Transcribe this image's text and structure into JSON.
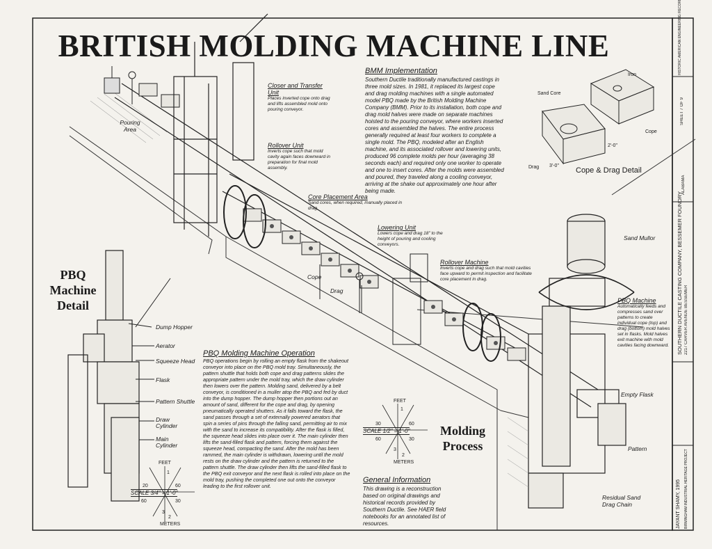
{
  "title": "BRITISH MOLDING MACHINE LINE",
  "pbq_detail_label": "PBQ Machine Detail",
  "molding_process_label": "Molding Process",
  "cope_drag_detail_label": "Cope & Drag Detail",
  "sections": {
    "bmm": {
      "heading": "BMM Implementation",
      "body": "Southern Ductile traditionally manufactured castings in three mold sizes. In 1981, it replaced its largest cope and drag molding machines with a single automated model PBQ made by the British Molding Machine Company (BMM). Prior to its installation, both cope and drag mold halves were made on separate machines hoisted to the pouring conveyor, where workers inserted cores and assembled the halves. The entire process generally required at least four workers to complete a single mold. The PBQ, modeled after an English machine, and its associated rollover and lowering units, produced 96 complete molds per hour (averaging 38 seconds each) and required only one worker to operate and one to insert cores. After the molds were assembled and poured, they traveled along a cooling conveyor, arriving at the shake out approximately one hour after being made."
    },
    "pbq_operation": {
      "heading": "PBQ Molding Machine Operation",
      "body": "PBQ operations begin by rolling an empty flask from the shakeout conveyor into place on the PBQ mold tray. Simultaneously, the pattern shuttle that holds both cope and drag patterns slides the appropriate pattern under the mold tray, which the draw cylinder then lowers over the pattern. Molding sand, delivered by a belt conveyor, is conditioned in a muller atop the PBQ and fed by duct into the dump hopper. The dump hopper then portions out an amount of sand, different for the cope and drag, by opening pneumatically operated shutters. As it falls toward the flask, the sand passes through a set of externally powered aerators that spin a series of pins through the falling sand, permitting air to mix with the sand to increase its compatibility. After the flask is filled, the squeeze head slides into place over it. The main cylinder then lifts the sand-filled flask and pattern, forcing them against the squeeze head, compacting the sand. After the mold has been rammed, the main cylinder is withdrawn, lowering until the mold rests on the draw cylinder and the pattern is returned to the pattern shuttle. The draw cylinder then lifts the sand-filled flask to the PBQ exit conveyor and the next flask is rolled into place on the mold tray, pushing the completed one out onto the conveyor leading to the first rollover unit."
    },
    "general": {
      "heading": "General Information",
      "body": "This drawing is a reconstruction based on original drawings and historical records provided by Southern Ductile. See HAER field notebooks for an annotated list of resources."
    }
  },
  "callouts": {
    "closer": {
      "heading": "Closer and Transfer Unit",
      "body": "Places inverted cope onto drag and lifts assembled mold onto pouring conveyor."
    },
    "rollover_unit": {
      "heading": "Rollover Unit",
      "body": "Inverts cope such that mold cavity again faces downward in preparation for final mold assembly."
    },
    "core_placement": {
      "heading": "Core Placement Area",
      "body": "Sand cores, when required, manually placed in drag."
    },
    "lowering": {
      "heading": "Lowering Unit",
      "body": "Lowers cope and drag 18\" to the height of pouring and cooling conveyors."
    },
    "rollover_machine": {
      "heading": "Rollover Machine",
      "body": "Inverts cope and drag such that mold cavities face upward to permit inspection and facilitate core placement in drag."
    },
    "pbq_machine": {
      "heading": "PBQ Machine",
      "body": "Automatically feeds and compresses sand over patterns to create individual cope (top) and drag (bottom) mold halves set in flasks. Mold halves exit machine with mold cavities facing downward."
    }
  },
  "labels": {
    "pouring_area": "Pouring Area",
    "cope": "Cope",
    "drag": "Drag",
    "sand_core": "Sand Core",
    "iron": "Iron",
    "sand_mullor": "Sand Mullor",
    "empty_flask": "Empty Flask",
    "pattern": "Pattern",
    "residual_sand": "Residual Sand Drag Chain",
    "cope_detail": "Cope",
    "drag_detail": "Drag",
    "dim_h": "2'-0\"",
    "dim_w": "3'-0\""
  },
  "pbq_parts": [
    "Dump Hopper",
    "Aerator",
    "Squeeze Head",
    "Flask",
    "Pattern Shuttle",
    "Draw Cylinder",
    "Main Cylinder"
  ],
  "scale_left": {
    "text": "SCALE 3/4\" = 1'-0\"",
    "feet": "FEET",
    "meters": "METERS",
    "t1": "1",
    "t2": "2",
    "t3": "3",
    "t20": "20",
    "t60a": "60",
    "t60b": "60",
    "t30": "30"
  },
  "scale_mid": {
    "text": "SCALE 1/2\" = 1'-0\"",
    "feet": "FEET",
    "meters": "METERS",
    "t1": "1",
    "t2": "2",
    "t3": "3",
    "t30": "30",
    "t60a": "60",
    "t60b": "60",
    "t30b": "30"
  },
  "title_block": {
    "project": "SOUTHERN DUCTILE CASTING COMPANY, BESSEMER FOUNDRY",
    "address": "2217 CARVER AVENUE   BESSEMER",
    "state": "ALABAMA",
    "delineator": "JAYANT SHAMY, 1995",
    "program": "BIRMINGHAM INDUSTRIAL HERITAGE PROJECT",
    "agency": "HISTORIC AMERICAN ENGINEERING RECORD",
    "sheet": "SHEET 7 OF 9"
  }
}
